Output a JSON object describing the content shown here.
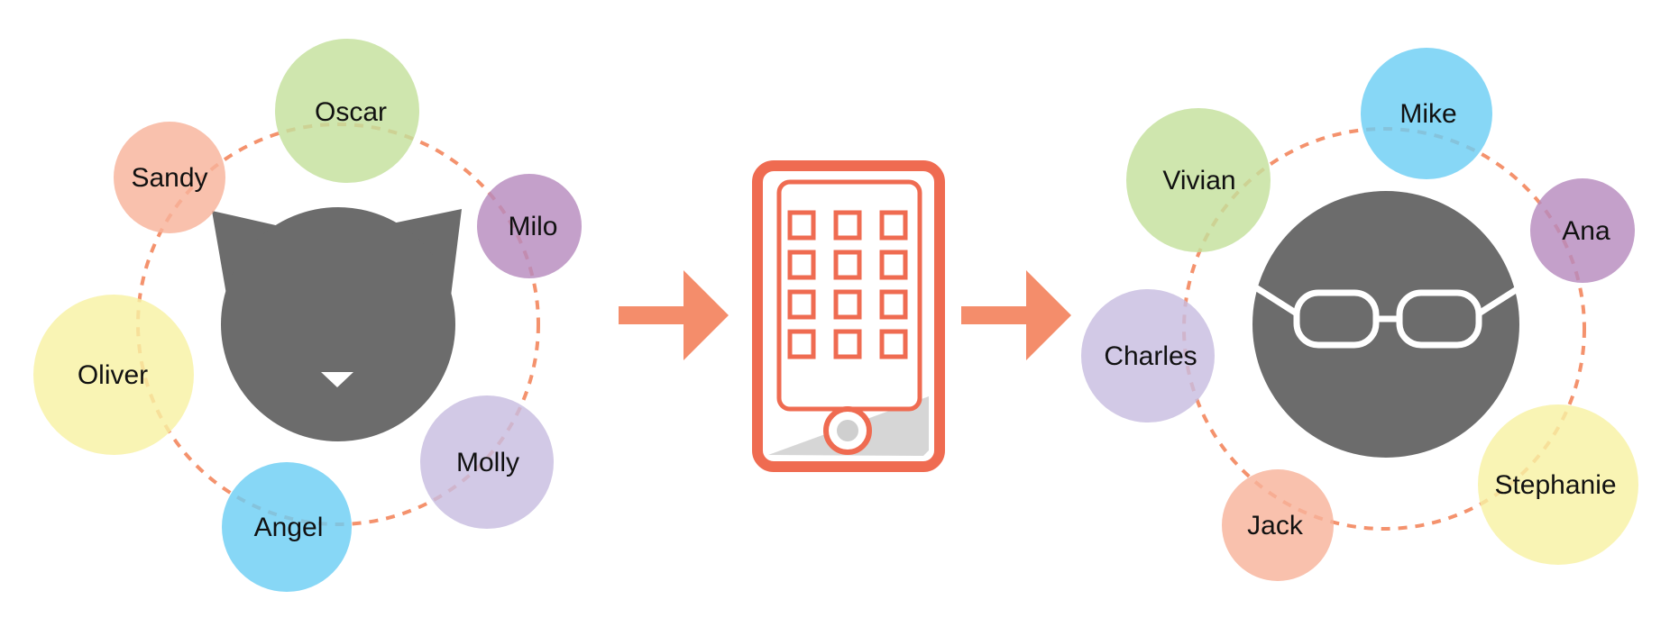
{
  "colors": {
    "ring_dash": "#f4926d",
    "arrow": "#f48d6b",
    "phone": "#ef6b51",
    "figure": "#6c6c6c",
    "green": "#c5e09c",
    "salmon": "#f8b39b",
    "purple": "#b78bbe",
    "yellow": "#f8f2a4",
    "lavender": "#c8bde0",
    "blue": "#6ccef4"
  },
  "left_group": {
    "center_icon": "cat-face-icon",
    "members": [
      {
        "name": "Oscar",
        "color": "green"
      },
      {
        "name": "Sandy",
        "color": "salmon"
      },
      {
        "name": "Milo",
        "color": "purple"
      },
      {
        "name": "Oliver",
        "color": "yellow"
      },
      {
        "name": "Molly",
        "color": "lavender"
      },
      {
        "name": "Angel",
        "color": "blue"
      }
    ]
  },
  "middle": {
    "left_arrow": "arrow-right-icon",
    "device": "smartphone-icon",
    "right_arrow": "arrow-right-icon"
  },
  "right_group": {
    "center_icon": "person-with-glasses-icon",
    "members": [
      {
        "name": "Mike",
        "color": "blue"
      },
      {
        "name": "Vivian",
        "color": "green"
      },
      {
        "name": "Ana",
        "color": "purple"
      },
      {
        "name": "Charles",
        "color": "lavender"
      },
      {
        "name": "Stephanie",
        "color": "yellow"
      },
      {
        "name": "Jack",
        "color": "salmon"
      }
    ]
  }
}
